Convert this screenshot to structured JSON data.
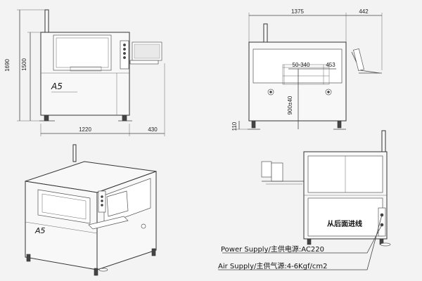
{
  "front_view": {
    "height_total": "1690",
    "height_body": "1500",
    "width_body": "1220",
    "width_extension": "430",
    "logo": "A5"
  },
  "side_view": {
    "width_body": "1375",
    "width_extension": "442",
    "conveyor_range": "50-340",
    "conveyor_offset": "453",
    "conveyor_height": "900±40",
    "foot_height": "110"
  },
  "iso_view": {
    "logo": "A5"
  },
  "rear_view": {
    "entry_note": "从后面进线",
    "power_supply": "Power Supply/主供电源:AC220",
    "air_supply": "Air Supply/主供气源:4-6Kgf/cm2"
  }
}
